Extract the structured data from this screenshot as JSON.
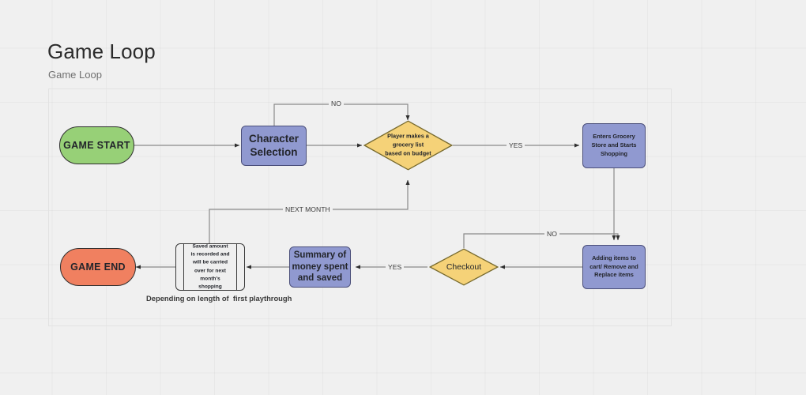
{
  "header": {
    "title": "Game Loop",
    "subtitle": "Game Loop"
  },
  "colors": {
    "background": "#f0f0f0",
    "start_node": "#97d077",
    "end_node": "#f08060",
    "process": "#9099d0",
    "decision": "#f5d278",
    "edge": "#8a8a8a",
    "text": "#23252b"
  },
  "diagram": {
    "type": "flowchart",
    "caption": "Depending on length of  first playthrough",
    "nodes": [
      {
        "id": "game-start",
        "shape": "terminator",
        "label": "GAME START"
      },
      {
        "id": "character-selection",
        "shape": "process",
        "label": "Character\nSelection",
        "line1": "Character",
        "line2": "Selection"
      },
      {
        "id": "grocery-list",
        "shape": "decision",
        "label": "Player makes a grocery list based on budget",
        "line1": "Player makes a",
        "line2": "grocery list",
        "line3": "based on budget"
      },
      {
        "id": "enters-store",
        "shape": "process",
        "label": "Enters Grocery Store and Starts Shopping",
        "line1": "Enters Grocery",
        "line2": "Store and Starts",
        "line3": "Shopping"
      },
      {
        "id": "adding-items",
        "shape": "process",
        "label": "Adding items to cart/ Remove and Replace items",
        "line1": "Adding items to",
        "line2": "cart/ Remove and",
        "line3": "Replace items"
      },
      {
        "id": "checkout",
        "shape": "decision",
        "label": "Checkout"
      },
      {
        "id": "summary",
        "shape": "process",
        "label": "Summary of money spent and saved",
        "line1": "Summary of",
        "line2": "money spent",
        "line3": "and saved"
      },
      {
        "id": "saved-amount-note",
        "shape": "note",
        "label": "Saved amount is recorded and will be carried over for next month's shopping",
        "line1": "Saved amount",
        "line2": "is recorded and",
        "line3": "will be carried",
        "line4": "over for next",
        "line5": "month's",
        "line6": "shopping"
      },
      {
        "id": "game-end",
        "shape": "terminator",
        "label": "GAME END"
      }
    ],
    "edges": [
      {
        "from": "game-start",
        "to": "character-selection",
        "label": ""
      },
      {
        "from": "character-selection",
        "to": "grocery-list",
        "label": ""
      },
      {
        "from": "character-selection",
        "to": "grocery-list",
        "label": "NO"
      },
      {
        "from": "grocery-list",
        "to": "enters-store",
        "label": "YES"
      },
      {
        "from": "enters-store",
        "to": "adding-items",
        "label": ""
      },
      {
        "from": "adding-items",
        "to": "checkout",
        "label": ""
      },
      {
        "from": "checkout",
        "to": "adding-items",
        "label": "NO"
      },
      {
        "from": "checkout",
        "to": "summary",
        "label": "YES"
      },
      {
        "from": "summary",
        "to": "saved-amount-note",
        "label": ""
      },
      {
        "from": "saved-amount-note",
        "to": "grocery-list",
        "label": "NEXT MONTH"
      },
      {
        "from": "saved-amount-note",
        "to": "game-end",
        "label": ""
      }
    ],
    "edge_labels": {
      "no_top": "NO",
      "yes_right": "YES",
      "no_checkout": "NO",
      "yes_checkout": "YES",
      "next_month": "NEXT MONTH"
    }
  }
}
